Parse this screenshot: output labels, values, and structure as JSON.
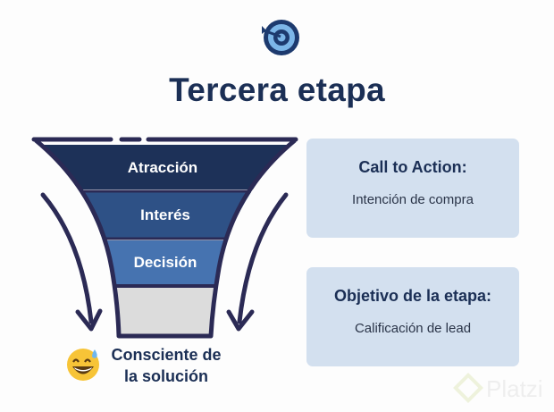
{
  "title": "Tercera etapa",
  "funnel": {
    "stages": [
      "Atracción",
      "Interés",
      "Decisión"
    ],
    "caption_line1": "Consciente de",
    "caption_line2": "la solución"
  },
  "cards": [
    {
      "heading": "Call to Action:",
      "text": "Intención de compra"
    },
    {
      "heading": "Objetivo de la etapa:",
      "text": "Calificación de lead"
    }
  ],
  "watermark": "Platzi",
  "colors": {
    "navy": "#1b2f55",
    "stage1": "#1d3158",
    "stage2": "#2e5186",
    "stage3": "#4673b0",
    "stage4": "#dcdcdc",
    "card": "#d3e0ef"
  }
}
